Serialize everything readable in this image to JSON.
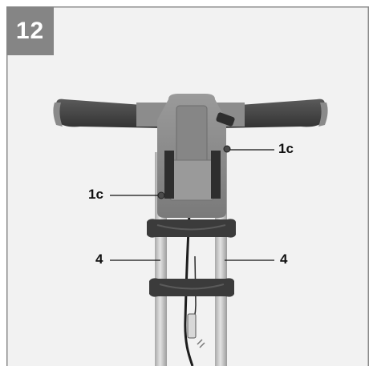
{
  "figure": {
    "step_number": "12",
    "callouts": {
      "top_right": "1c",
      "mid_left": "1c",
      "left_tube": "4",
      "right_tube": "4"
    }
  },
  "colors": {
    "frame_bg": "#f2f2f2",
    "badge": "#858585",
    "housing": "#8e8e8e",
    "grip": "#4a4a4a",
    "tube": "#c9c9c9",
    "bracket": "#3a3a3a"
  }
}
